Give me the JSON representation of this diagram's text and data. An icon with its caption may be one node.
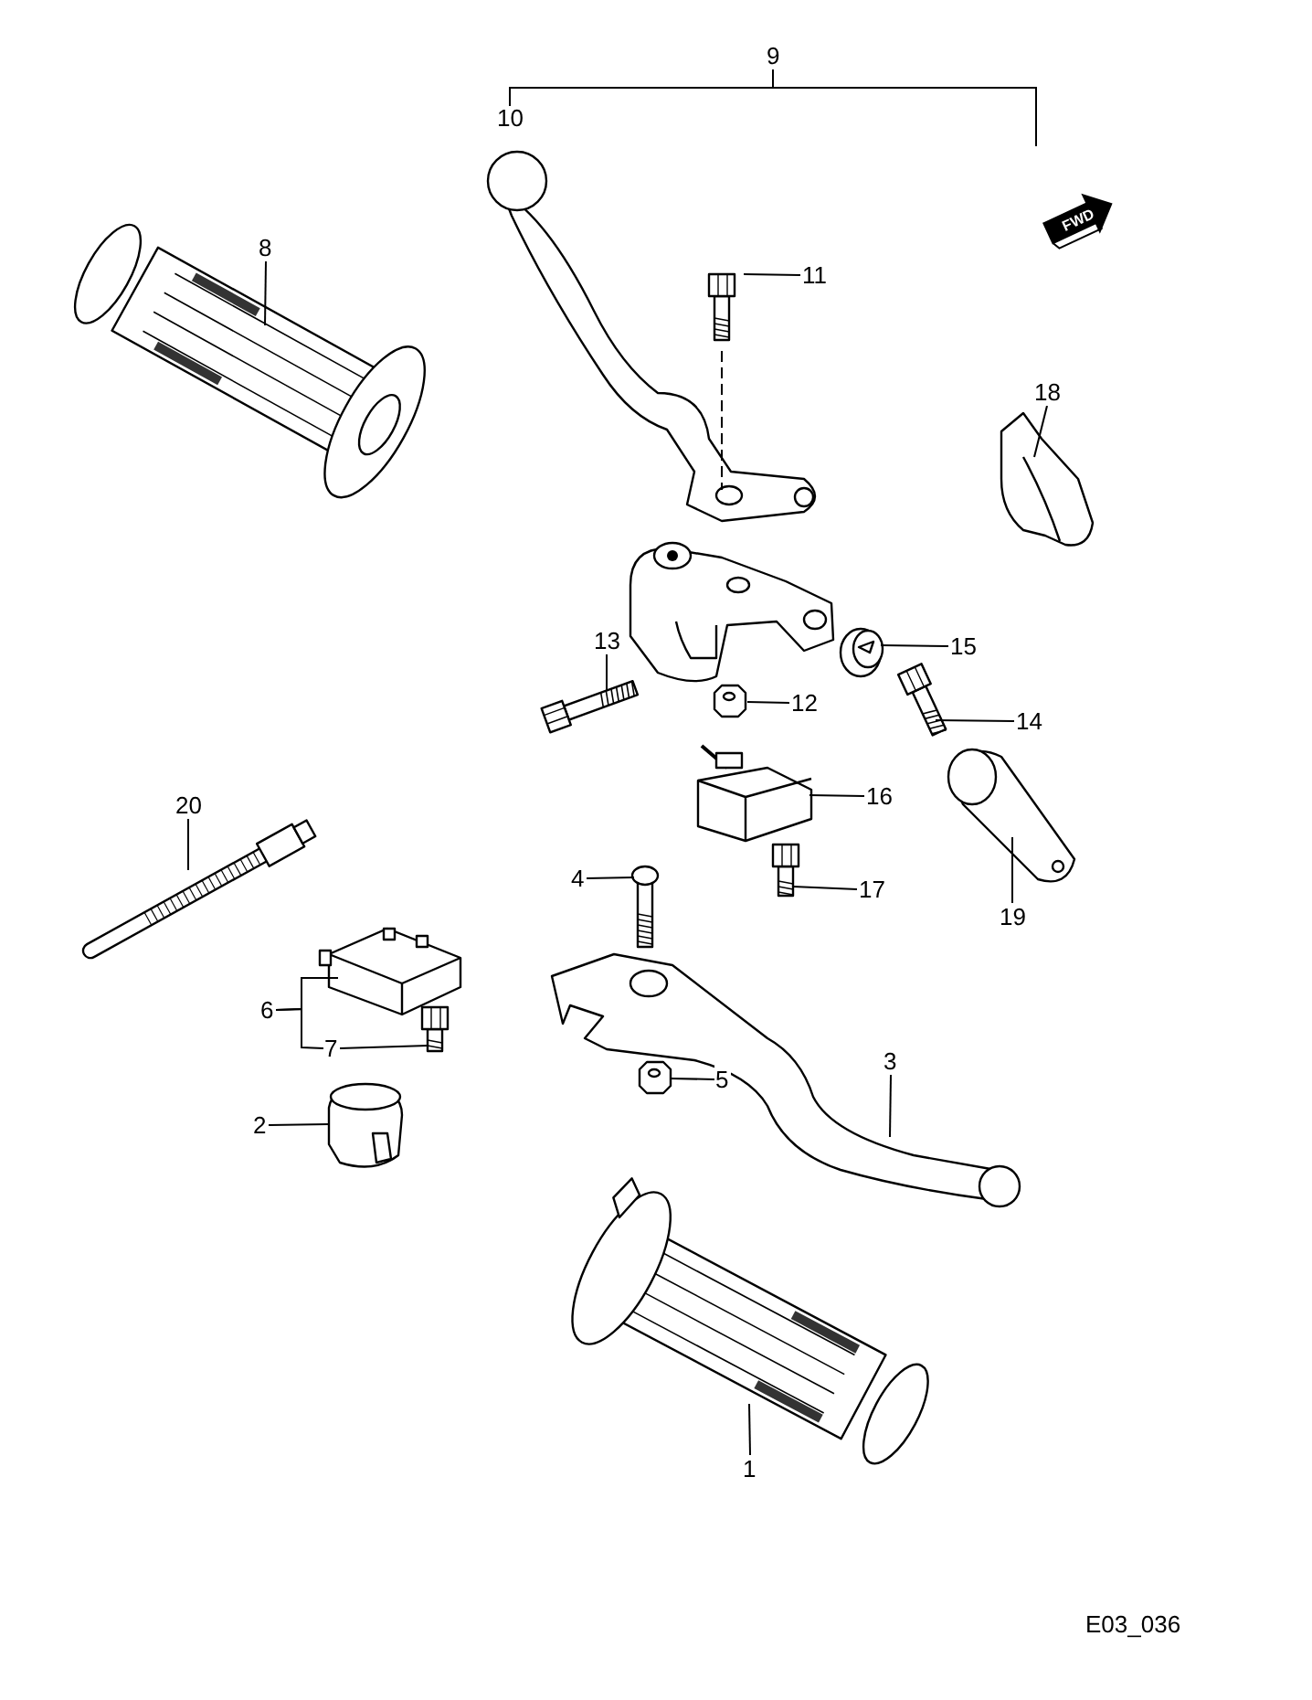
{
  "diagram": {
    "nodes": [
      {
        "text": [
          "8"
        ]
      },
      {
        "text": [],
        "shape": "picture"
      },
      {
        "text": [
          "11"
        ]
      },
      {
        "text": [],
        "shape": "picture"
      },
      {
        "text": [
          "18"
        ]
      },
      {
        "text": [],
        "shape": "picture"
      },
      {
        "text": [
          "13"
        ]
      },
      {
        "text": [],
        "shape": "picture"
      },
      {
        "text": [
          "15"
        ]
      },
      {
        "text": [],
        "shape": "picture"
      },
      {
        "text": [
          "12"
        ]
      },
      {
        "text": [],
        "shape": "picture"
      },
      {
        "text": [
          "14"
        ]
      },
      {
        "text": [],
        "shape": "picture"
      },
      {
        "text": [
          "16"
        ]
      },
      {
        "text": [],
        "shape": "picture"
      },
      {
        "text": [
          "20"
        ]
      },
      {
        "text": [],
        "shape": "picture"
      },
      {
        "text": [
          "4"
        ]
      },
      {
        "text": [],
        "shape": "picture"
      },
      {
        "text": [
          "17"
        ]
      },
      {
        "text": [],
        "shape": "picture"
      },
      {
        "text": [
          "19"
        ]
      },
      {
        "text": [],
        "shape": "picture"
      },
      {
        "text": [
          "6"
        ]
      },
      {
        "text": [],
        "shape": "picture"
      },
      {
        "text": [
          "7"
        ]
      },
      {
        "text": [],
        "shape": "picture"
      },
      {
        "text": [
          "3"
        ]
      },
      {
        "text": [],
        "shape": "picture"
      },
      {
        "text": [
          "5"
        ]
      },
      {
        "text": [],
        "shape": "picture"
      },
      {
        "text": [
          "2"
        ]
      },
      {
        "text": [],
        "shape": "picture"
      },
      {
        "text": [
          "1"
        ]
      },
      {
        "text": [],
        "shape": "picture"
      }
    ],
    "edges": [
      {
        "from": 0,
        "to": 1,
        "arrow": "none"
      },
      {
        "from": 2,
        "to": 3,
        "arrow": "none"
      },
      {
        "from": 4,
        "to": 5,
        "arrow": "none"
      },
      {
        "from": 6,
        "to": 7,
        "arrow": "none"
      },
      {
        "from": 8,
        "to": 9,
        "arrow": "none"
      },
      {
        "from": 10,
        "to": 11,
        "arrow": "none"
      },
      {
        "from": 12,
        "to": 13,
        "arrow": "none"
      },
      {
        "from": 14,
        "to": 15,
        "arrow": "none"
      },
      {
        "from": 16,
        "to": 17,
        "arrow": "none"
      },
      {
        "from": 18,
        "to": 19,
        "arrow": "none"
      },
      {
        "from": 20,
        "to": 21,
        "arrow": "none"
      },
      {
        "from": 22,
        "to": 23,
        "arrow": "none"
      },
      {
        "from": 24,
        "to": 25,
        "arrow": "none"
      },
      {
        "from": 24,
        "to": 26,
        "arrow": "none"
      },
      {
        "from": 26,
        "to": 27,
        "arrow": "none"
      },
      {
        "from": 28,
        "to": 29,
        "arrow": "none"
      },
      {
        "from": 30,
        "to": 31,
        "arrow": "none"
      },
      {
        "from": 32,
        "to": 33,
        "arrow": "none"
      },
      {
        "from": 34,
        "to": 35,
        "arrow": "none"
      }
    ],
    "labels": [
      "9",
      "10",
      "FWD",
      "E03_036"
    ]
  }
}
